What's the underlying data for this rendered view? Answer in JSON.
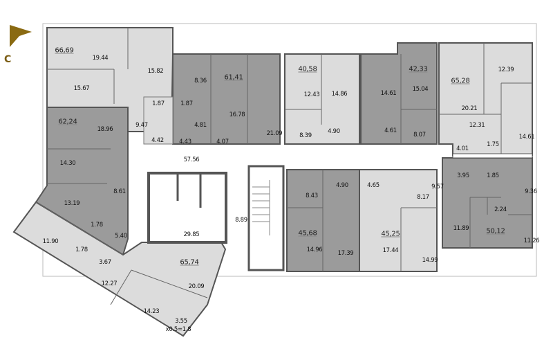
{
  "compass": {
    "label": "С",
    "color": "#8a6a12"
  },
  "colors": {
    "light": "#dcdcdc",
    "dark": "#9b9b9b",
    "wall": "#555555"
  },
  "apartments": [
    {
      "total": "66,69",
      "shade": "light",
      "rooms": [
        "19.44",
        "15.82",
        "15.67",
        "1.87",
        "9.47",
        "4.42"
      ]
    },
    {
      "total": "62,24",
      "shade": "dark",
      "rooms": [
        "18.96",
        "14.30",
        "13.19",
        "8.61",
        "1.78",
        "5.40"
      ]
    },
    {
      "total": "61,41",
      "shade": "dark",
      "rooms": [
        "8.36",
        "1.87",
        "4.81",
        "4.43",
        "16.78",
        "21.09",
        "4.07"
      ]
    },
    {
      "total": "40,58",
      "shade": "light",
      "rooms": [
        "12.43",
        "14.86",
        "8.39",
        "4.90"
      ]
    },
    {
      "total": "42,33",
      "shade": "dark",
      "rooms": [
        "14.61",
        "15.04",
        "4.61",
        "8.07"
      ]
    },
    {
      "total": "65,28",
      "shade": "light",
      "rooms": [
        "12.39",
        "20.21",
        "12.31",
        "14.61",
        "4.01",
        "1.75"
      ]
    },
    {
      "total": "50,12",
      "shade": "dark",
      "rooms": [
        "3.95",
        "1.85",
        "9.57",
        "9.36",
        "2.24",
        "11.89",
        "11.26"
      ]
    },
    {
      "total": "45,25",
      "shade": "light",
      "rooms": [
        "4.65",
        "8.17",
        "17.44",
        "14.99"
      ]
    },
    {
      "total": "45,68",
      "shade": "dark",
      "rooms": [
        "8.43",
        "4.90",
        "14.96",
        "17.39"
      ]
    },
    {
      "total": "65,74",
      "shade": "light",
      "rooms": [
        "11.90",
        "1.78",
        "3.67",
        "12.27",
        "20.09",
        "14.23",
        "3.55",
        "x0.5=1.8"
      ]
    }
  ],
  "common": {
    "corridor": "57.56",
    "storage": "29.85",
    "stair_hall": "8.89"
  }
}
